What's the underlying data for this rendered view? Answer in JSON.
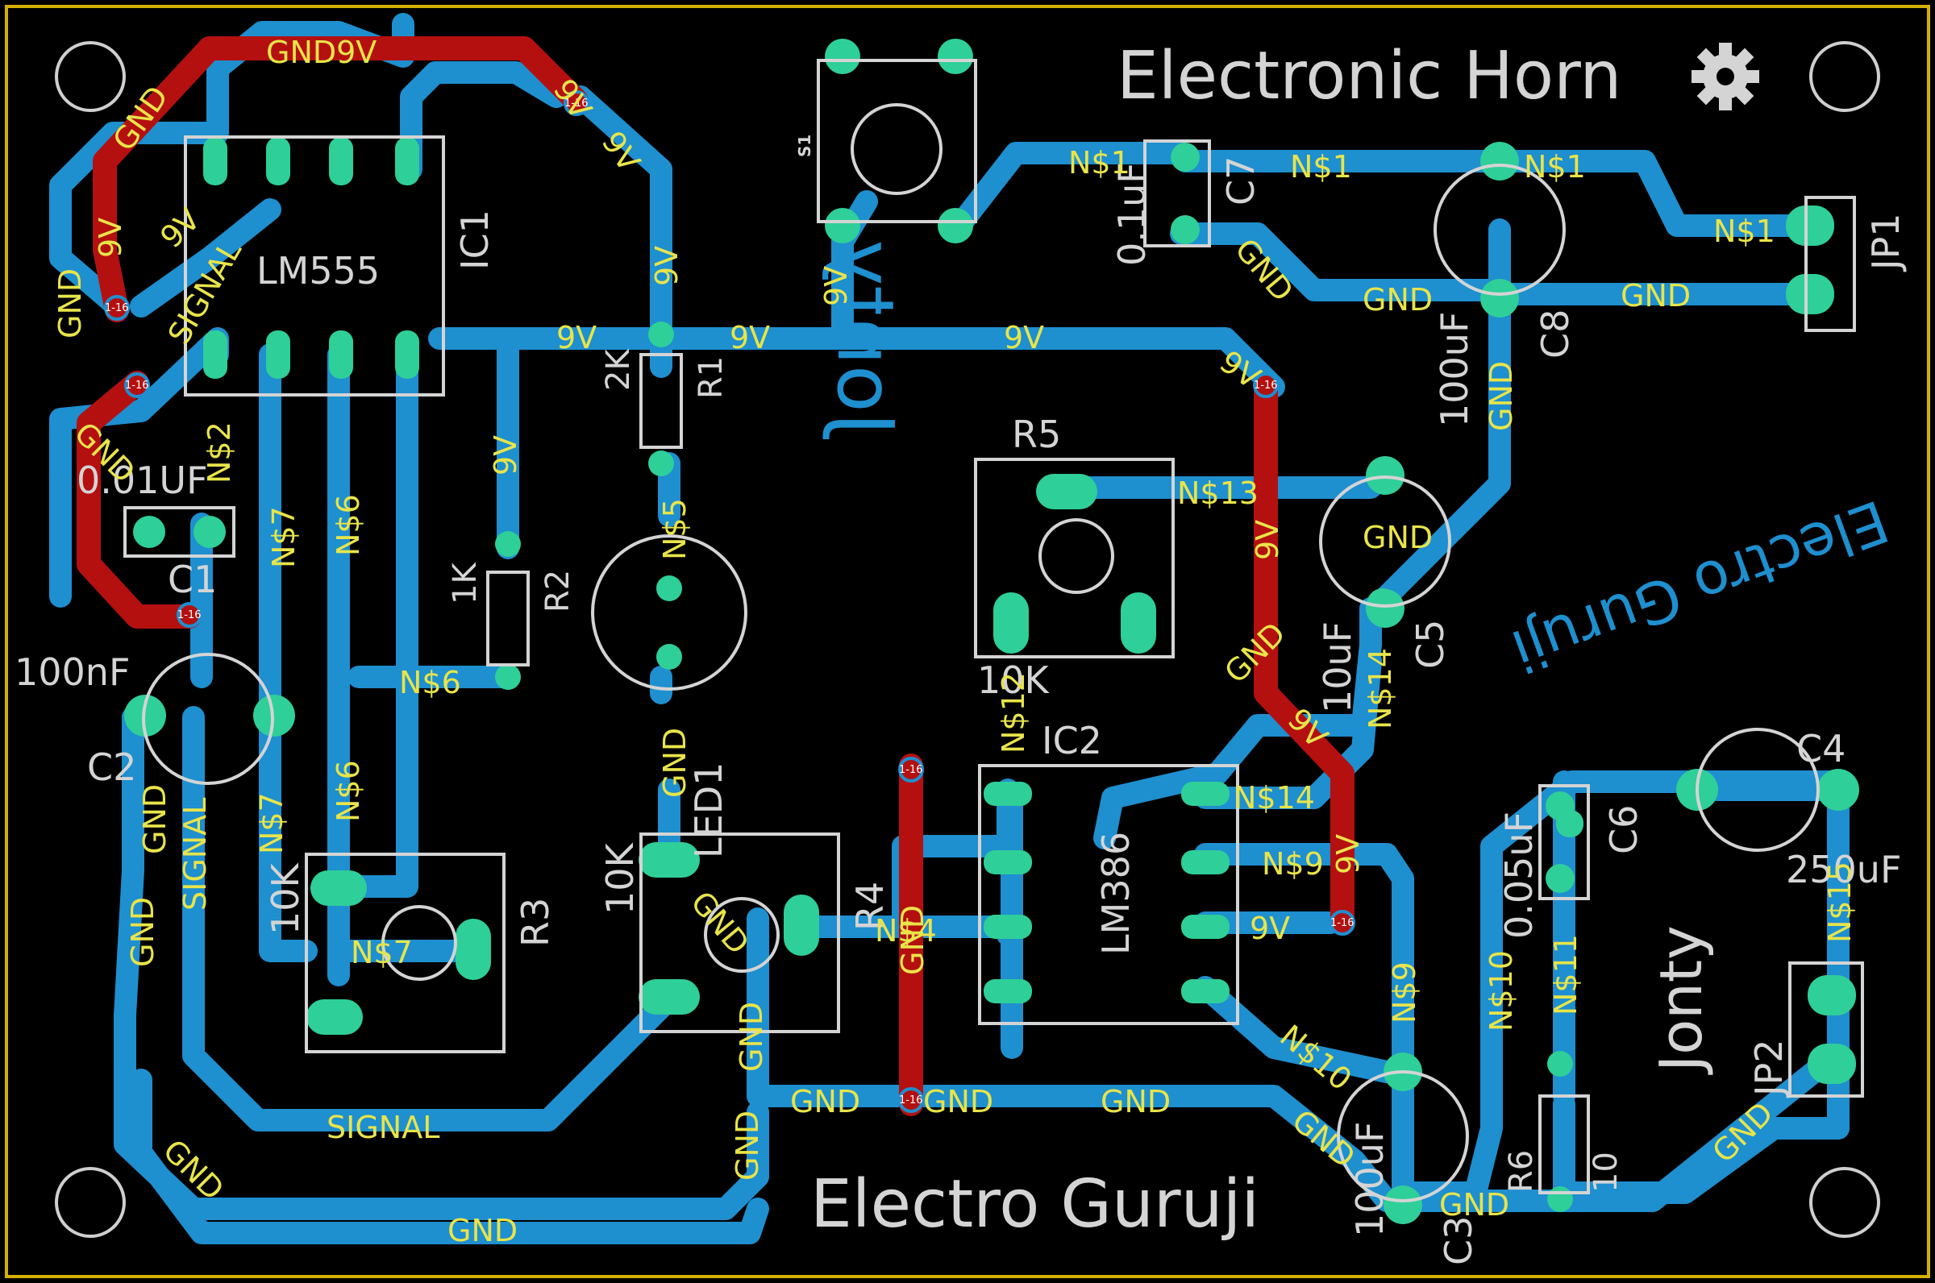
{
  "board": {
    "title": "Electronic Horn",
    "footer_text": "Electro Guruji",
    "author": "Jonty",
    "mirrored_text": "Electro Guruji",
    "mirrored_author": "Jonty",
    "colors": {
      "background": "#000000",
      "outline": "#d4b000",
      "top_copper": "#b51010",
      "bottom_copper": "#1e8fcf",
      "pad": "#2ecf98",
      "silkscreen": "#d4d4d4",
      "net_label": "#e8e44a"
    }
  },
  "components": {
    "ic1": {
      "ref": "IC1",
      "value": "LM555"
    },
    "ic2": {
      "ref": "IC2",
      "value": "LM386"
    },
    "r1": {
      "ref": "R1",
      "value": "2K"
    },
    "r2": {
      "ref": "R2",
      "value": "1K"
    },
    "r3": {
      "ref": "R3",
      "value": "10K"
    },
    "r4": {
      "ref": "R4",
      "value": "10K"
    },
    "r5": {
      "ref": "R5",
      "value": "10K"
    },
    "r6": {
      "ref": "R6",
      "value": "10"
    },
    "c1": {
      "ref": "C1",
      "value": "0.01UF"
    },
    "c2": {
      "ref": "C2",
      "value": "100nF"
    },
    "c3": {
      "ref": "C3",
      "value": "100uF"
    },
    "c4": {
      "ref": "C4",
      "value": "250uF"
    },
    "c5": {
      "ref": "C5",
      "value": "10uF"
    },
    "c6": {
      "ref": "C6",
      "value": "0.05uF"
    },
    "c7": {
      "ref": "C7",
      "value": "0.1uF"
    },
    "c8": {
      "ref": "C8",
      "value": "100uF"
    },
    "led1": {
      "ref": "LED1"
    },
    "s1": {
      "ref": "S1"
    },
    "jp1": {
      "ref": "JP1"
    },
    "jp2": {
      "ref": "JP2"
    }
  },
  "nets": {
    "gnd": "GND",
    "v9": "9V",
    "signal": "SIGNAL",
    "n1": "N$1",
    "n2": "N$2",
    "n5": "N$5",
    "n6": "N$6",
    "n7": "N$7",
    "n4": "N$4",
    "n9": "N$9",
    "n10": "N$10",
    "n11": "N$11",
    "n12": "N$12",
    "n13": "N$13",
    "n14": "N$14",
    "n15": "N$15",
    "gnd9v": "GND9V"
  },
  "via_label": "1-16",
  "icons": [
    "gear-icon",
    "mounting-hole"
  ]
}
